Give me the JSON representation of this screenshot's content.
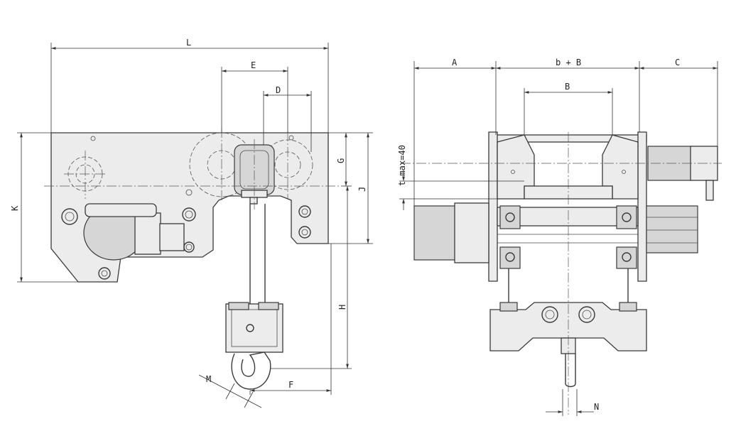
{
  "dimensions": {
    "L": "L",
    "E": "E",
    "D": "D",
    "K": "K",
    "G": "G",
    "J": "J",
    "H": "H",
    "M": "M",
    "F": "F",
    "A": "A",
    "bB": "b + B",
    "C": "C",
    "B": "B",
    "tmax": "t max=40",
    "N": "N"
  }
}
